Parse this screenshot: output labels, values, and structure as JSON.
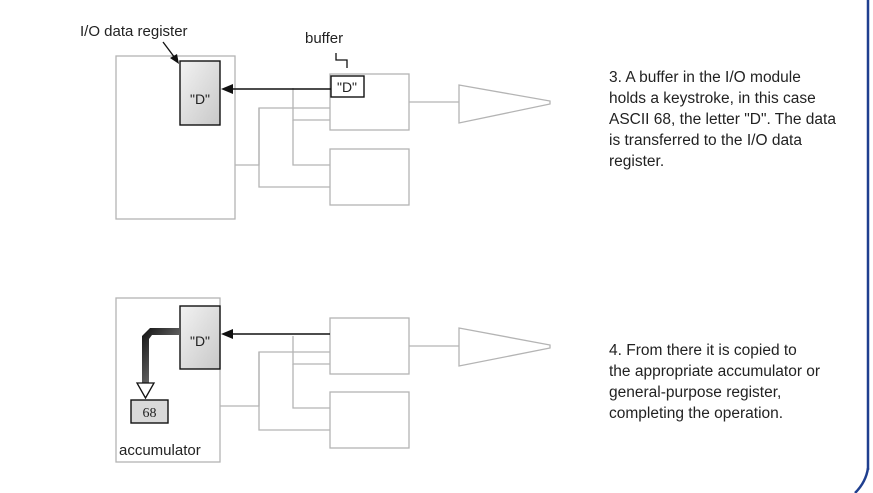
{
  "colors": {
    "line": "#b4b4b4",
    "dark": "#111111",
    "register_fill": "#d9d9d9",
    "accent": "#1f3f8f"
  },
  "top": {
    "io_register_label": "I/O data register",
    "buffer_label": "buffer",
    "buffer_value": "\"D\"",
    "register_value": "\"D\"",
    "step_text": "3.  A buffer in the I/O module\nholds a keystroke, in this case\nASCII 68, the letter \"D\".  The data\nis transferred to the I/O data\nregister."
  },
  "bottom": {
    "register_value": "\"D\"",
    "accumulator_value": "68",
    "accumulator_label": "accumulator",
    "step_text": "4.  From there it is copied to\nthe appropriate accumulator or\ngeneral-purpose register,\ncompleting the operation."
  }
}
